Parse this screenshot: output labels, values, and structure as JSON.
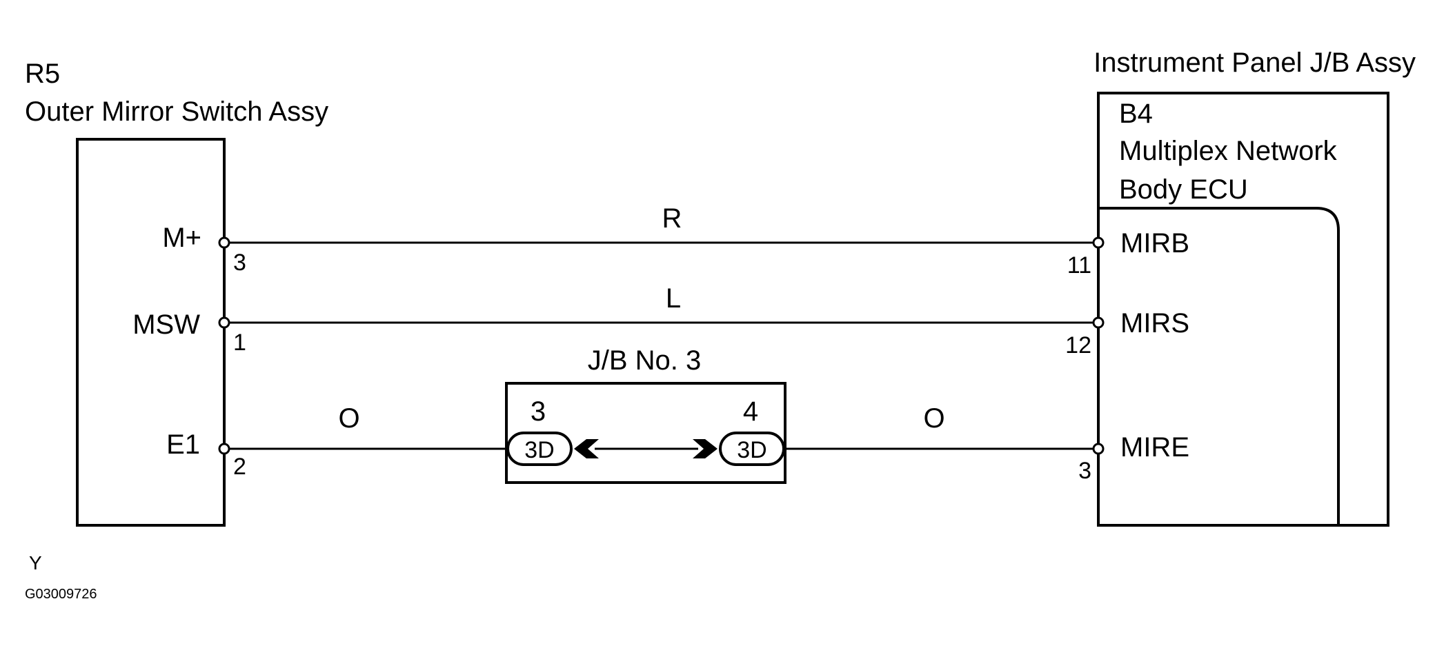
{
  "colors": {
    "line": "#000000",
    "background": "#ffffff"
  },
  "left_component": {
    "code": "R5",
    "name": "Outer Mirror Switch Assy",
    "terminals": [
      {
        "label": "M+",
        "pin": "3"
      },
      {
        "label": "MSW",
        "pin": "1"
      },
      {
        "label": "E1",
        "pin": "2"
      }
    ]
  },
  "right_component": {
    "outer_name": "Instrument Panel J/B Assy",
    "code": "B4",
    "name_line1": "Multiplex Network",
    "name_line2": "Body ECU",
    "terminals": [
      {
        "label": "MIRB",
        "pin": "11"
      },
      {
        "label": "MIRS",
        "pin": "12"
      },
      {
        "label": "MIRE",
        "pin": "3"
      }
    ]
  },
  "wires": [
    {
      "color": "R"
    },
    {
      "color": "L"
    },
    {
      "color_left": "O",
      "color_right": "O"
    }
  ],
  "junction_block": {
    "name": "J/B No. 3",
    "left_pin": "3",
    "right_pin": "4",
    "left_connector": "3D",
    "right_connector": "3D"
  },
  "footer": {
    "ground_note": "Y",
    "code": "G03009726"
  }
}
